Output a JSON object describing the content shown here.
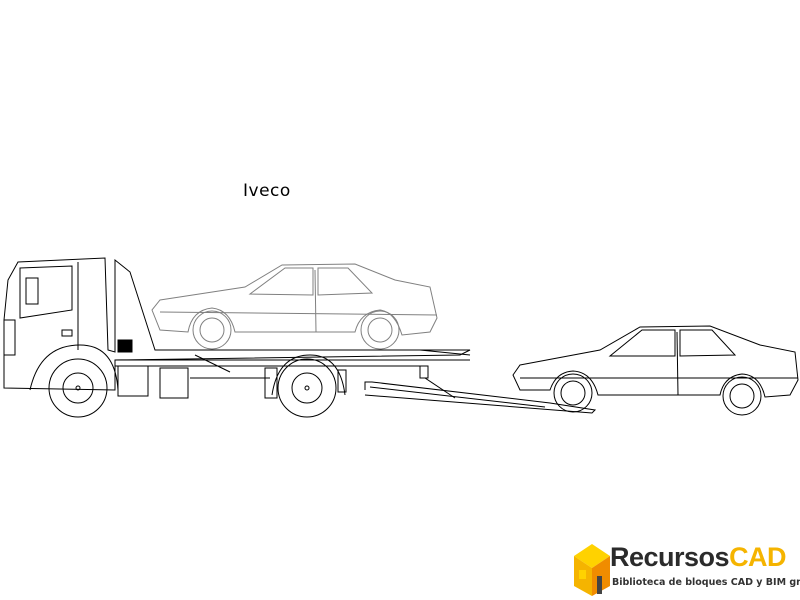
{
  "drawing": {
    "title": "Iveco",
    "line_color": "#000000",
    "car_line_color": "#808080"
  },
  "logo": {
    "name_part1": "Recursos",
    "name_part2": "CAD",
    "tagline": "Biblioteca de bloques CAD y BIM gratuita",
    "colors": {
      "dark": "#2b2b2b",
      "accent": "#f5b400",
      "orange": "#f08c00"
    }
  }
}
